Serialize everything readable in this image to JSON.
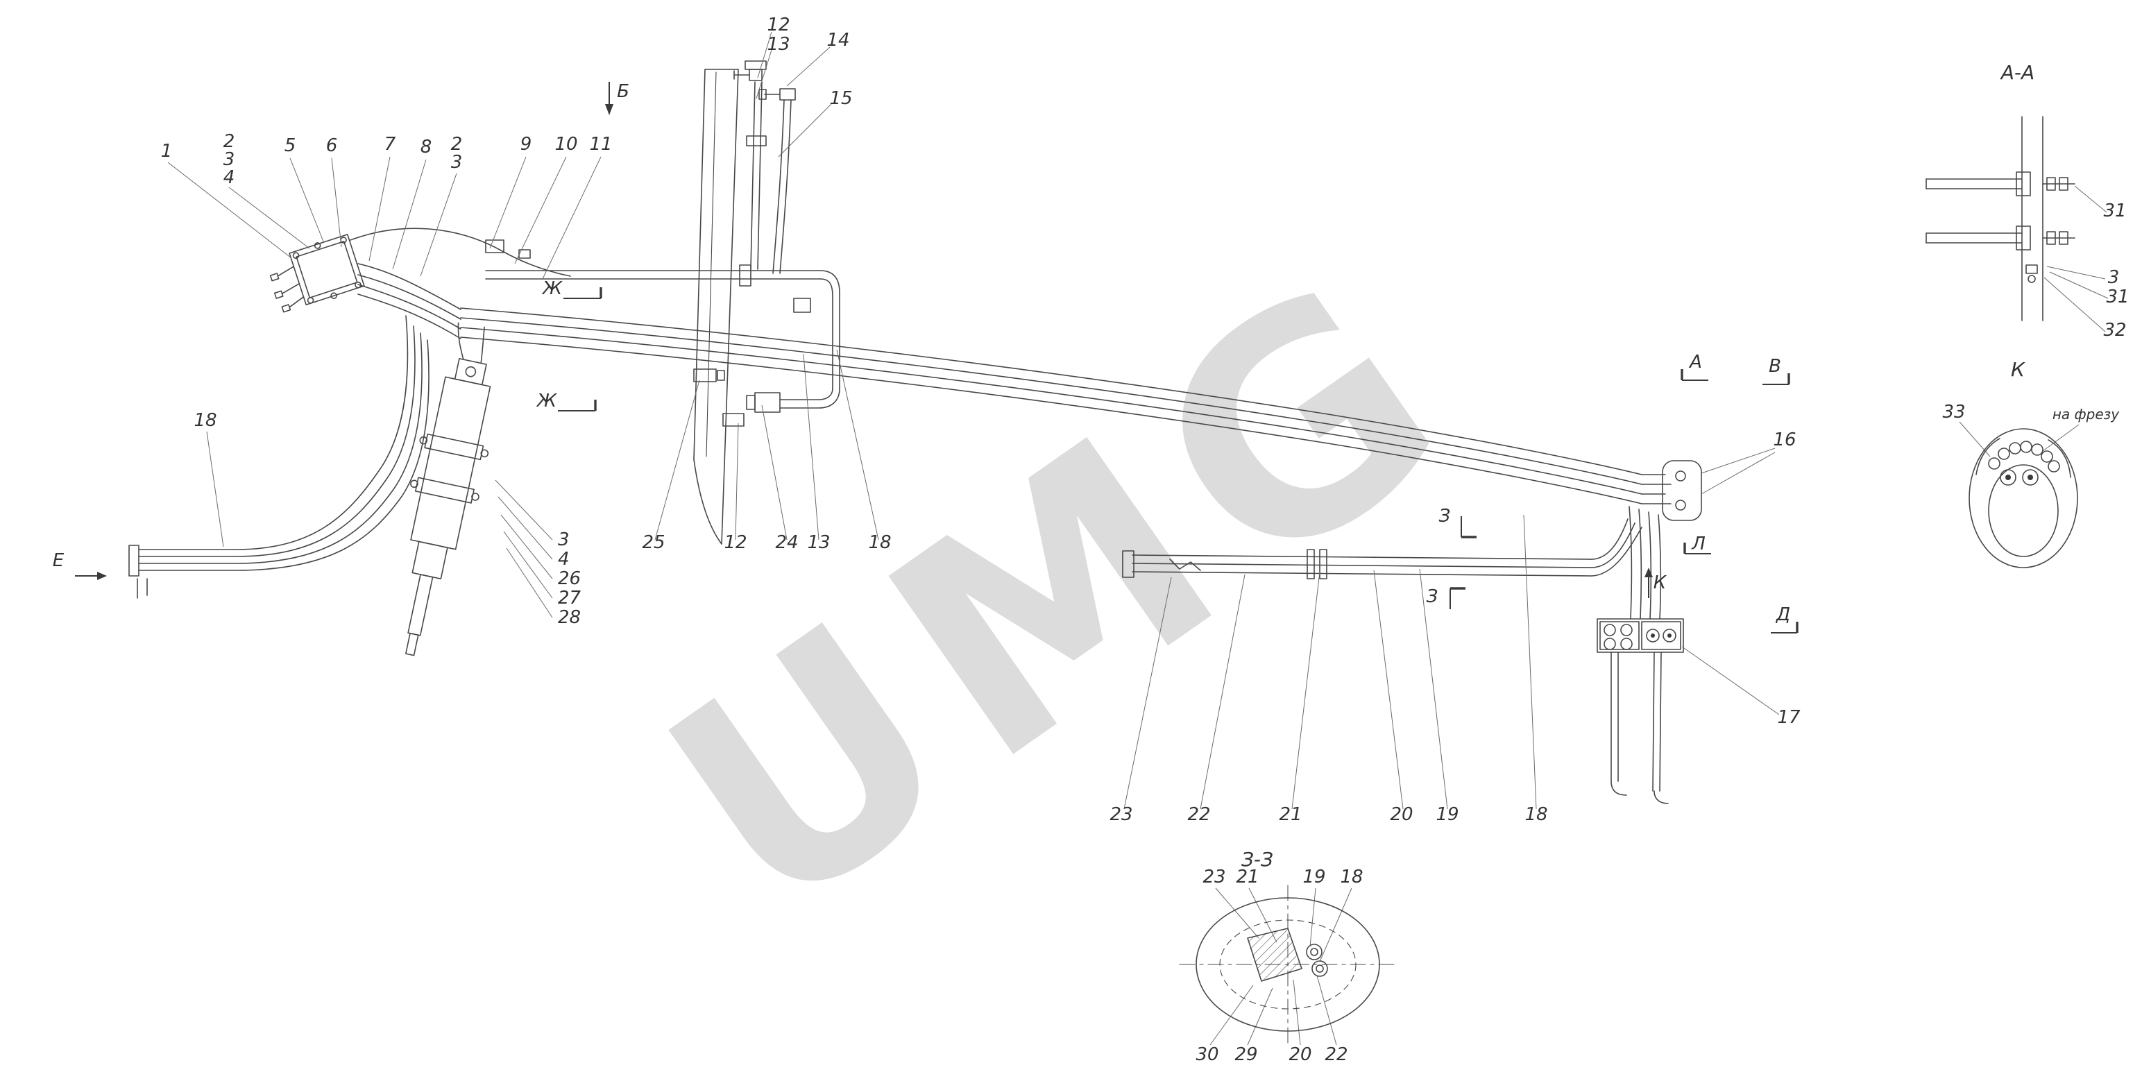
{
  "watermark": "UMG",
  "colors": {
    "line": "#474747",
    "label": "#333333",
    "watermark": "#dcdcdc",
    "background": "#ffffff"
  },
  "main_view": {
    "callouts": {
      "c12a": "12",
      "c13a": "13",
      "c14": "14",
      "c15": "15",
      "c1": "1",
      "c2a": "2",
      "c3a": "3",
      "c4a": "4",
      "c5": "5",
      "c6": "6",
      "c7": "7",
      "c8": "8",
      "c2b": "2",
      "c3b": "3",
      "c9": "9",
      "c10": "10",
      "c11": "11",
      "c18a": "18",
      "c3c": "3",
      "c4b": "4",
      "c26": "26",
      "c27": "27",
      "c28": "28",
      "c25": "25",
      "c12b": "12",
      "c24": "24",
      "c13b": "13",
      "c18b": "18",
      "c16": "16",
      "c17": "17",
      "c23": "23",
      "c22": "22",
      "c21": "21",
      "c20": "20",
      "c19": "19",
      "c18c": "18"
    },
    "view_marks": {
      "b": "Б",
      "e": "Е",
      "zh1": "Ж",
      "zh2": "Ж",
      "a": "А",
      "l": "Л",
      "v": "В",
      "d": "Д",
      "z1": "З",
      "z2": "З",
      "k": "К"
    }
  },
  "detail_zz": {
    "title": "З-З",
    "top": {
      "n23": "23",
      "n21": "21",
      "n19": "19",
      "n18": "18"
    },
    "bottom": {
      "n30": "30",
      "n29": "29",
      "n20": "20",
      "n22": "22"
    }
  },
  "detail_aa": {
    "title": "А-А",
    "n31a": "31",
    "n3": "3",
    "n31b": "31",
    "n32": "32"
  },
  "detail_k": {
    "title": "К",
    "n33": "33",
    "note": "на фрезу"
  }
}
